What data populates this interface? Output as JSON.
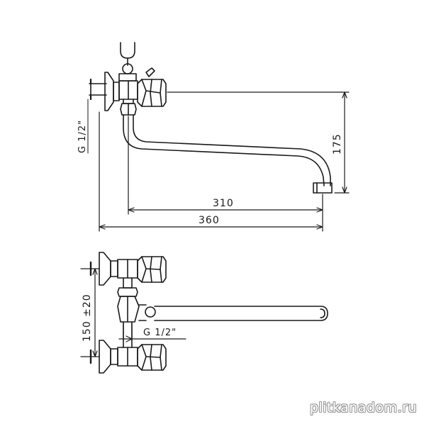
{
  "dimensions": {
    "spout_length": "310",
    "total_length": "360",
    "height": "175",
    "thread_top": "G 1/2\"",
    "center_distance": "150 ±20",
    "thread_bottom": "G 1/2\""
  },
  "watermark": "plitkanadom.ru",
  "colors": {
    "line": "#1a1a1a",
    "background": "#ffffff"
  }
}
